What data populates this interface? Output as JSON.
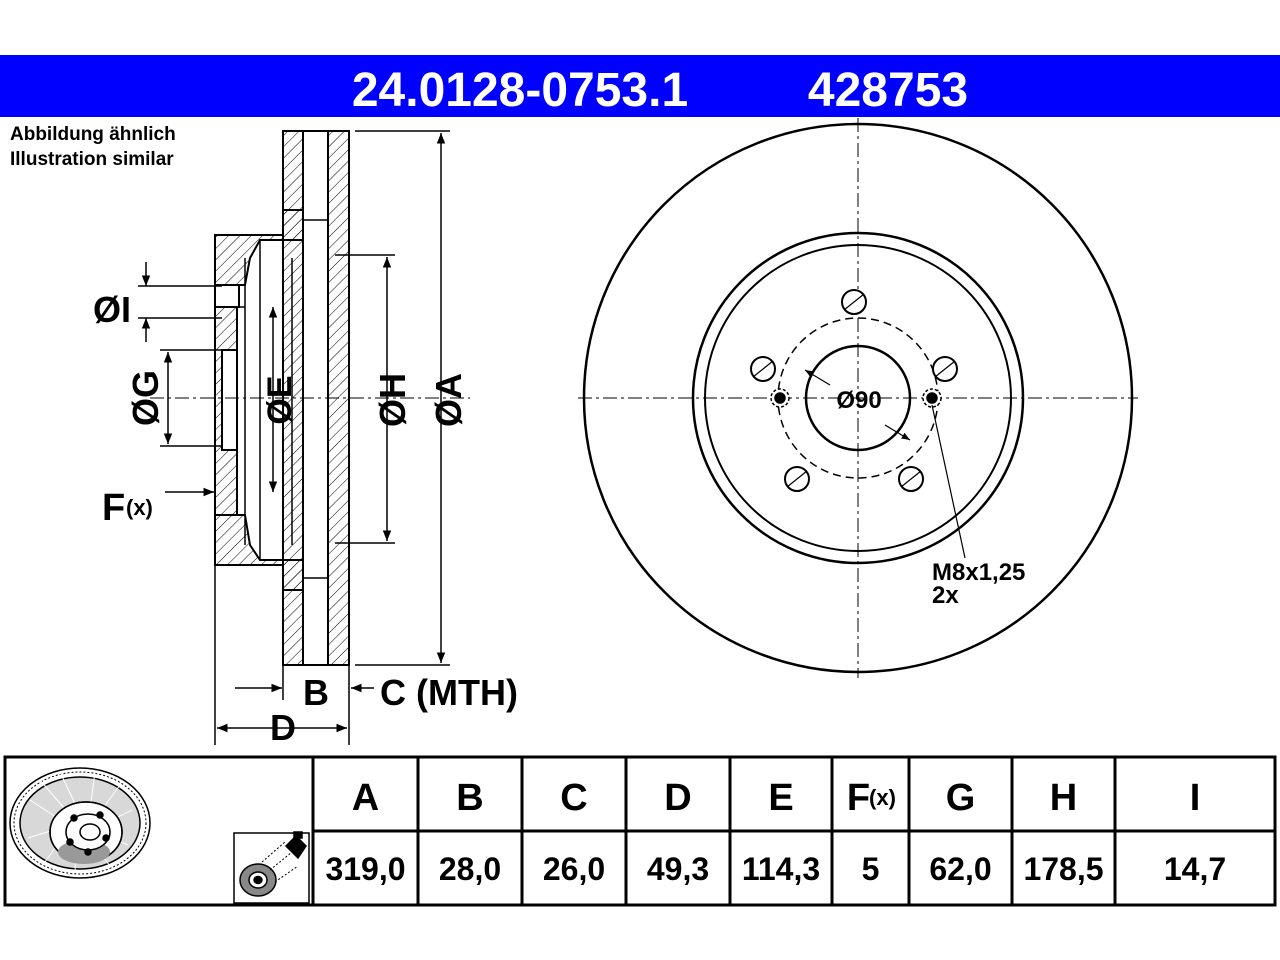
{
  "header": {
    "part_number": "24.0128-0753.1",
    "ref_number": "428753",
    "bar_color": "#0000ff"
  },
  "note": {
    "line_de": "Abbildung ähnlich",
    "line_en": "Illustration similar"
  },
  "section_labels": {
    "i": "ØI",
    "g": "ØG",
    "e": "ØE",
    "h": "ØH",
    "a": "ØA",
    "f": "F",
    "f_sub": "(x)",
    "b": "B",
    "c": "C (MTH)",
    "d": "D"
  },
  "front_labels": {
    "center_bore": "Ø90",
    "thread": "M8x1,25",
    "thread_count": "2x"
  },
  "table": {
    "headers": [
      "A",
      "B",
      "C",
      "D",
      "E",
      "F",
      "G",
      "H",
      "I"
    ],
    "header_f_sub": "(x)",
    "values": [
      "319,0",
      "28,0",
      "26,0",
      "49,3",
      "114,3",
      "5",
      "62,0",
      "178,5",
      "14,7"
    ]
  },
  "icons": [
    "brake-disc-icon",
    "spray-clean-icon"
  ]
}
